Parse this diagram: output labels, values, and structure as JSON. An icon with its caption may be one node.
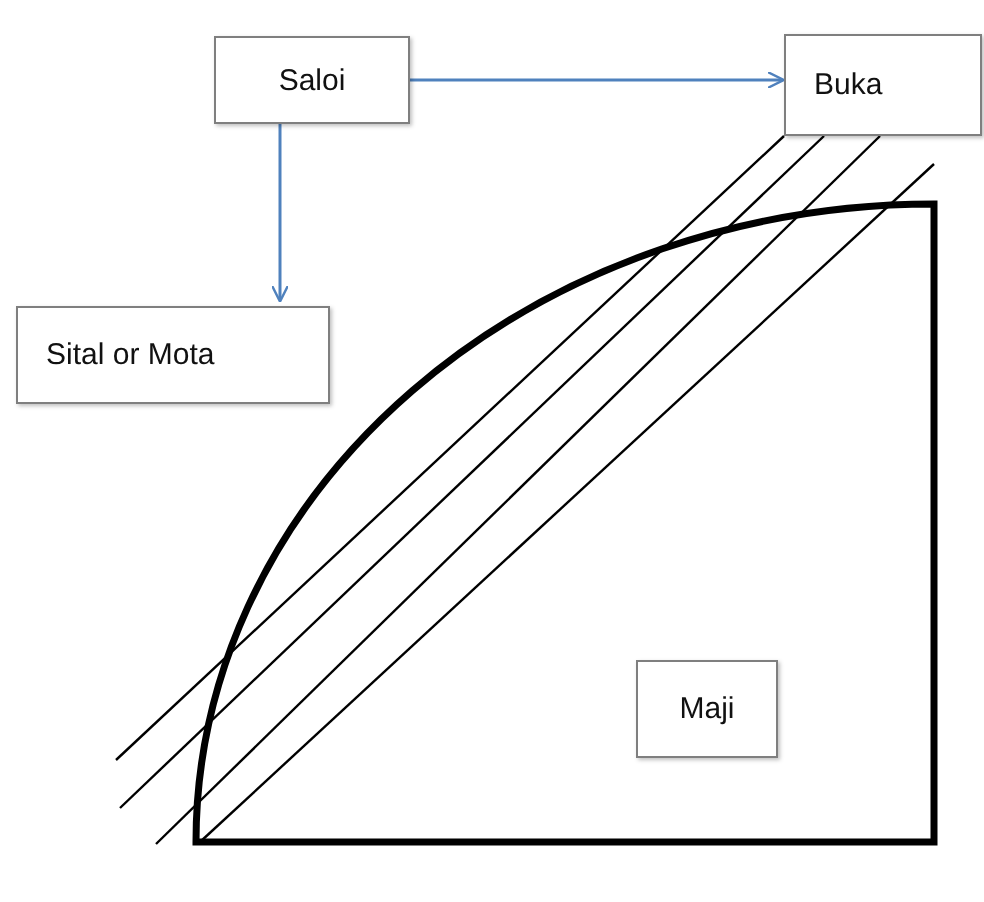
{
  "diagram": {
    "nodes": [
      {
        "text": [
          "Saloi"
        ]
      },
      {
        "text": [
          "Buka"
        ]
      },
      {
        "text": [
          "Sital or Mota"
        ]
      },
      {
        "text": [
          "Maji"
        ]
      }
    ],
    "edges": [
      {
        "from": 0,
        "to": 1,
        "arrow": "to"
      },
      {
        "from": 0,
        "to": 2,
        "arrow": "to"
      }
    ]
  }
}
